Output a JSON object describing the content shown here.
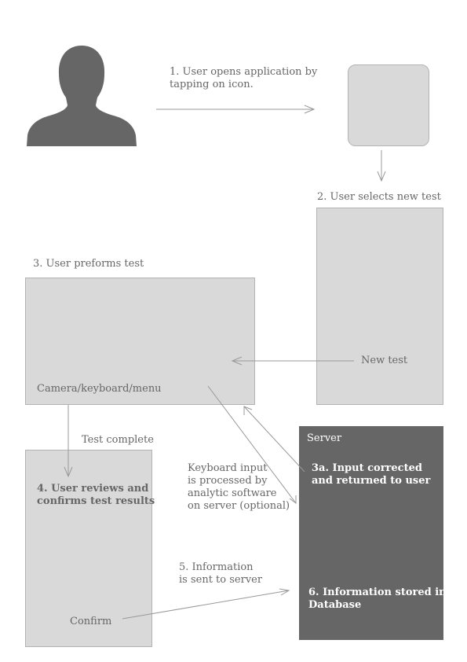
{
  "steps": {
    "step1": "1. User opens application by\ntapping on icon.",
    "step2": "2. User selects new test",
    "step3": "3. User preforms test",
    "step3_inner": "Camera/keyboard/menu",
    "new_test": "New test",
    "test_complete": "Test complete",
    "step4": "4. User reviews and\nconfirms test results",
    "confirm": "Confirm",
    "keyboard_note": "Keyboard input\nis processed by\nanalytic software\non server (optional)",
    "step5": "5. Information\nis sent to server",
    "server_title": "Server",
    "step3a": "3a. Input corrected\nand returned to user",
    "step6": "6. Information stored in\nDatabase"
  },
  "icons": {
    "user": "user-silhouette-icon",
    "app": "app-icon"
  },
  "colors": {
    "box_fill": "#d9d9d9",
    "server_fill": "#666666",
    "text": "#666666",
    "arrow": "#999999"
  }
}
